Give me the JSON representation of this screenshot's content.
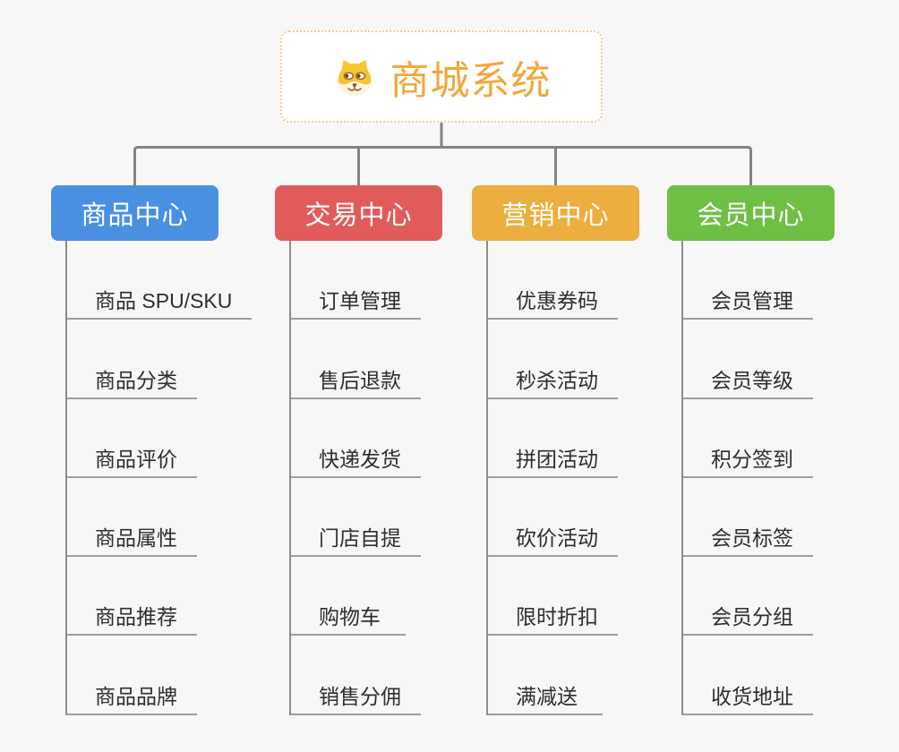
{
  "root": {
    "title": "商城系统",
    "icon": "shiba-dog-icon"
  },
  "branches": [
    {
      "id": "product-center",
      "label": "商品中心",
      "color": "#4A90E2",
      "children": [
        "商品 SPU/SKU",
        "商品分类",
        "商品评价",
        "商品属性",
        "商品推荐",
        "商品品牌"
      ]
    },
    {
      "id": "trade-center",
      "label": "交易中心",
      "color": "#E25B5B",
      "children": [
        "订单管理",
        "售后退款",
        "快递发货",
        "门店自提",
        "购物车",
        "销售分佣"
      ]
    },
    {
      "id": "marketing-center",
      "label": "营销中心",
      "color": "#ECAE3E",
      "children": [
        "优惠券码",
        "秒杀活动",
        "拼团活动",
        "砍价活动",
        "限时折扣",
        "满减送"
      ]
    },
    {
      "id": "member-center",
      "label": "会员中心",
      "color": "#6FBF45",
      "children": [
        "会员管理",
        "会员等级",
        "积分签到",
        "会员标签",
        "会员分组",
        "收货地址"
      ]
    }
  ],
  "colors": {
    "background": "#F7F7F7",
    "connector_line": "#838383",
    "trunk_line": "#8D8D8D",
    "underline": "#9E9E9E",
    "root_text": "#F0A73C",
    "root_border": "#F6CE92",
    "header_text": "#FFFFFF",
    "item_text": "#2E2E2E"
  }
}
